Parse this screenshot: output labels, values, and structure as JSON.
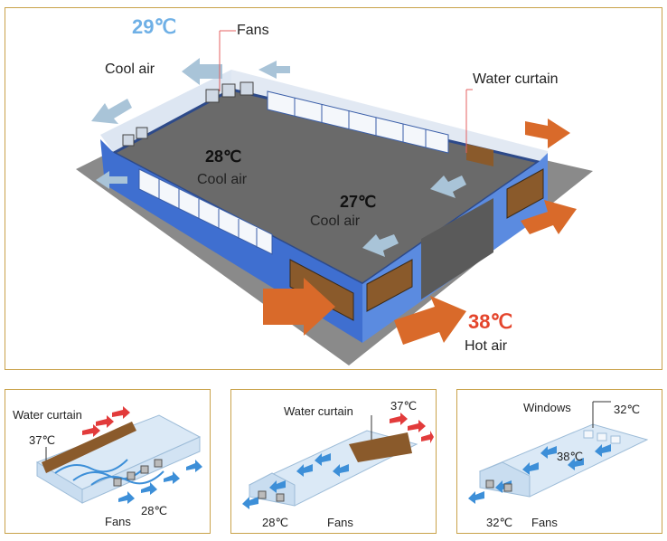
{
  "main": {
    "temp_outside_cool": "29℃",
    "fans": "Fans",
    "cool_air_left": "Cool air",
    "water_curtain": "Water curtain",
    "temp_inside_1": "28℃",
    "cool_air_1": "Cool air",
    "temp_inside_2": "27℃",
    "cool_air_2": "Cool air",
    "temp_hot": "38℃",
    "hot_air": "Hot air"
  },
  "panel1": {
    "water_curtain": "Water curtain",
    "temp_in": "37℃",
    "temp_out": "28℃",
    "fans": "Fans"
  },
  "panel2": {
    "water_curtain": "Water curtain",
    "temp_in": "37℃",
    "temp_out": "28℃",
    "fans": "Fans"
  },
  "panel3": {
    "windows": "Windows",
    "temp_top": "32℃",
    "temp_mid": "38℃",
    "temp_out": "32℃",
    "fans": "Fans"
  },
  "colors": {
    "frame": "#c9a24a",
    "wall_blue": "#3f6fd0",
    "roof_gray": "#6e6e6e",
    "ground": "#8a8a8a",
    "hot_arrow": "#d96a2a",
    "cool_arrow": "#a9c4d8",
    "temp_blue": "#6fb0e6",
    "temp_red": "#e4442b"
  }
}
